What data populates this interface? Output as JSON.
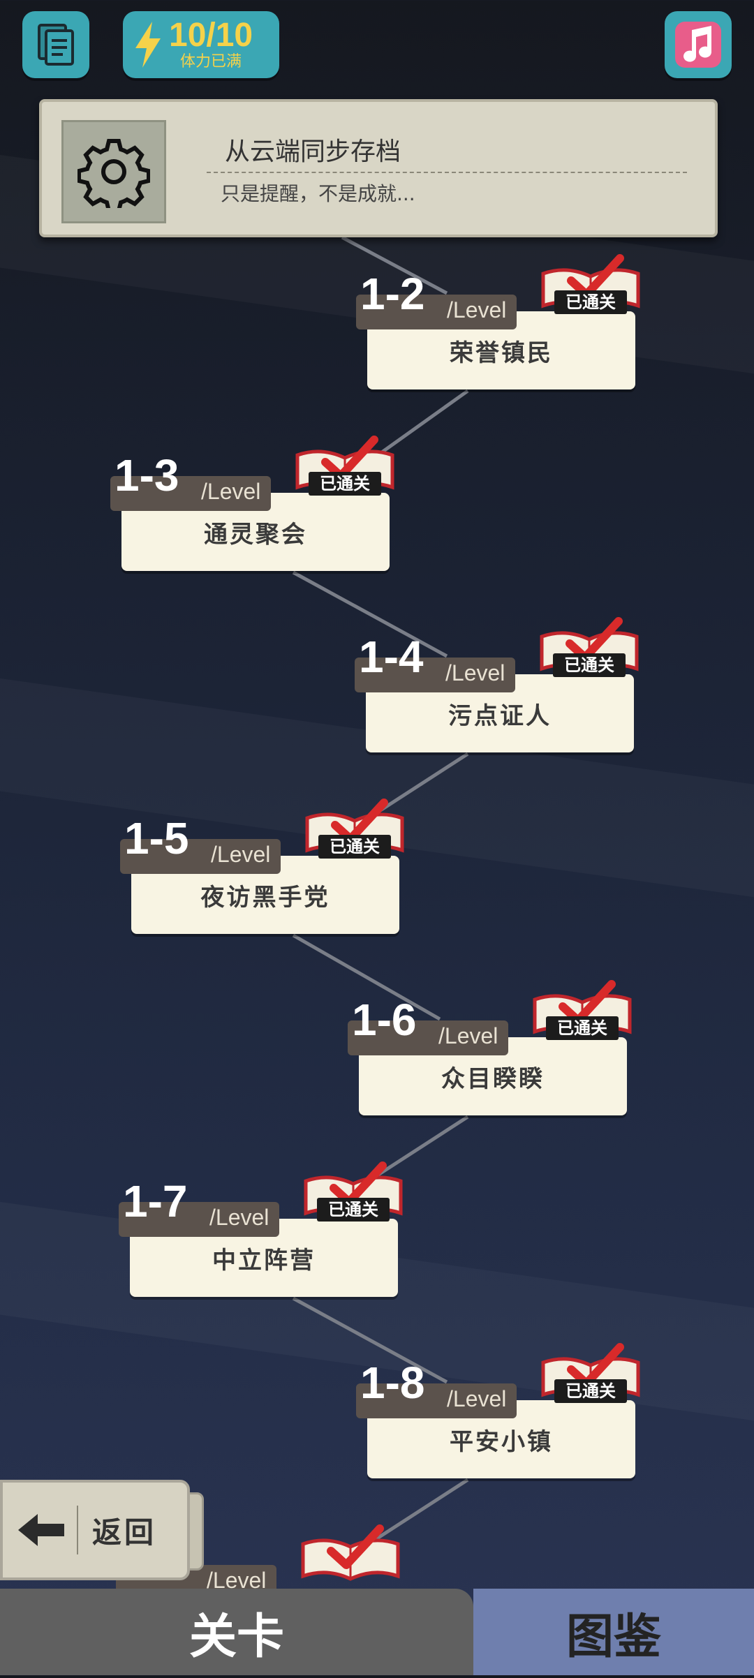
{
  "top_bar": {
    "stamina_count": "10/10",
    "stamina_status": "体力已满",
    "icons": {
      "docs": "documents-icon",
      "stamina": "lightning-icon",
      "music": "music-note-icon"
    }
  },
  "notification": {
    "title": "从云端同步存档",
    "subtitle": "只是提醒，不是成就..."
  },
  "levels": [
    {
      "number": "1-2",
      "suffix": "/Level",
      "name": "荣誉镇民",
      "badge": "已通关"
    },
    {
      "number": "1-3",
      "suffix": "/Level",
      "name": "通灵聚会",
      "badge": "已通关"
    },
    {
      "number": "1-4",
      "suffix": "/Level",
      "name": "污点证人",
      "badge": "已通关"
    },
    {
      "number": "1-5",
      "suffix": "/Level",
      "name": "夜访黑手党",
      "badge": "已通关"
    },
    {
      "number": "1-6",
      "suffix": "/Level",
      "name": "众目睽睽",
      "badge": "已通关"
    },
    {
      "number": "1-7",
      "suffix": "/Level",
      "name": "中立阵营",
      "badge": "已通关"
    },
    {
      "number": "1-8",
      "suffix": "/Level",
      "name": "平安小镇",
      "badge": "已通关"
    },
    {
      "number": "",
      "suffix": "/Level",
      "name": "",
      "badge": ""
    }
  ],
  "back_button": {
    "label": "返回"
  },
  "bottom_nav": {
    "levels": "关卡",
    "codex": "图鉴"
  },
  "colors": {
    "accent_teal": "#3ba7b4",
    "stamina_yellow": "#f5d24a",
    "check_red": "#d82a2a",
    "card_bg": "#f8f4e3",
    "codex_tab": "#6f7fae"
  }
}
